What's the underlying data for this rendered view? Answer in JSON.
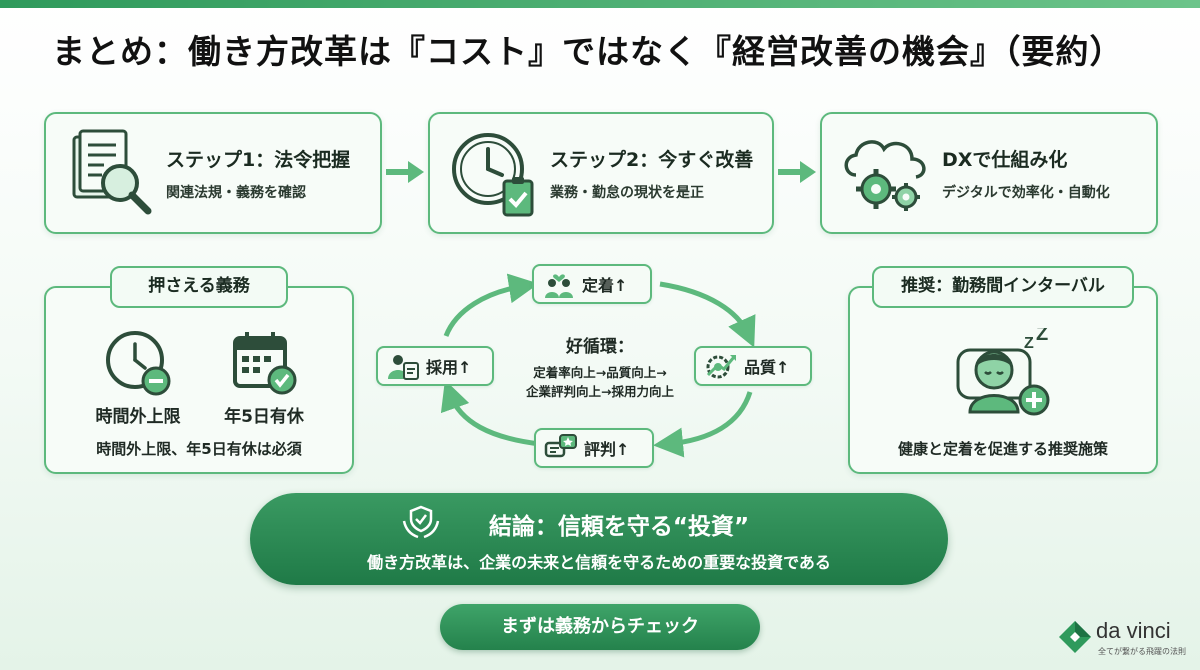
{
  "title": "まとめ：働き方改革は『コスト』ではなく『経営改善の機会』（要約）",
  "steps": [
    {
      "title": "ステップ1：法令把握",
      "subtitle": "関連法規・義務を確認",
      "icon": "document-magnifier-icon"
    },
    {
      "title": "ステップ2：今すぐ改善",
      "subtitle": "業務・勤怠の現状を是正",
      "icon": "clock-checklist-icon"
    },
    {
      "title": "DXで仕組み化",
      "subtitle": "デジタルで効率化・自動化",
      "icon": "cloud-gears-icon"
    }
  ],
  "obligations": {
    "heading": "押さえる義務",
    "items": [
      {
        "label": "時間外上限",
        "icon": "clock-minus-icon"
      },
      {
        "label": "年5日有休",
        "icon": "calendar-check-icon"
      }
    ],
    "footer": "時間外上限、年5日有休は必須"
  },
  "cycle": {
    "title": "好循環：",
    "lines": [
      "定着率向上→品質向上→",
      "企業評判向上→採用力向上"
    ],
    "nodes": {
      "top": {
        "label": "定着↑",
        "icon": "people-heart-icon"
      },
      "right": {
        "label": "品質↑",
        "icon": "gear-chart-icon"
      },
      "bottom": {
        "label": "評判↑",
        "icon": "speech-star-icon"
      },
      "left": {
        "label": "採用↑",
        "icon": "id-badge-icon"
      }
    }
  },
  "recommendation": {
    "heading": "推奨：勤務間インターバル",
    "footer": "健康と定着を促進する推奨施策",
    "icon": "sleeping-person-plus-icon"
  },
  "conclusion": {
    "title": "結論：信頼を守る“投資”",
    "subtitle": "働き方改革は、企業の未来と信頼を守るための重要な投資である",
    "icon": "hands-shield-icon"
  },
  "cta": {
    "label": "まずは義務からチェック"
  },
  "logo": {
    "name": "da vinci",
    "tagline": "全てが繋がる飛躍の法則"
  },
  "colors": {
    "accent": "#5db97d",
    "dark": "#1f7a47",
    "text": "#1f2a24"
  }
}
